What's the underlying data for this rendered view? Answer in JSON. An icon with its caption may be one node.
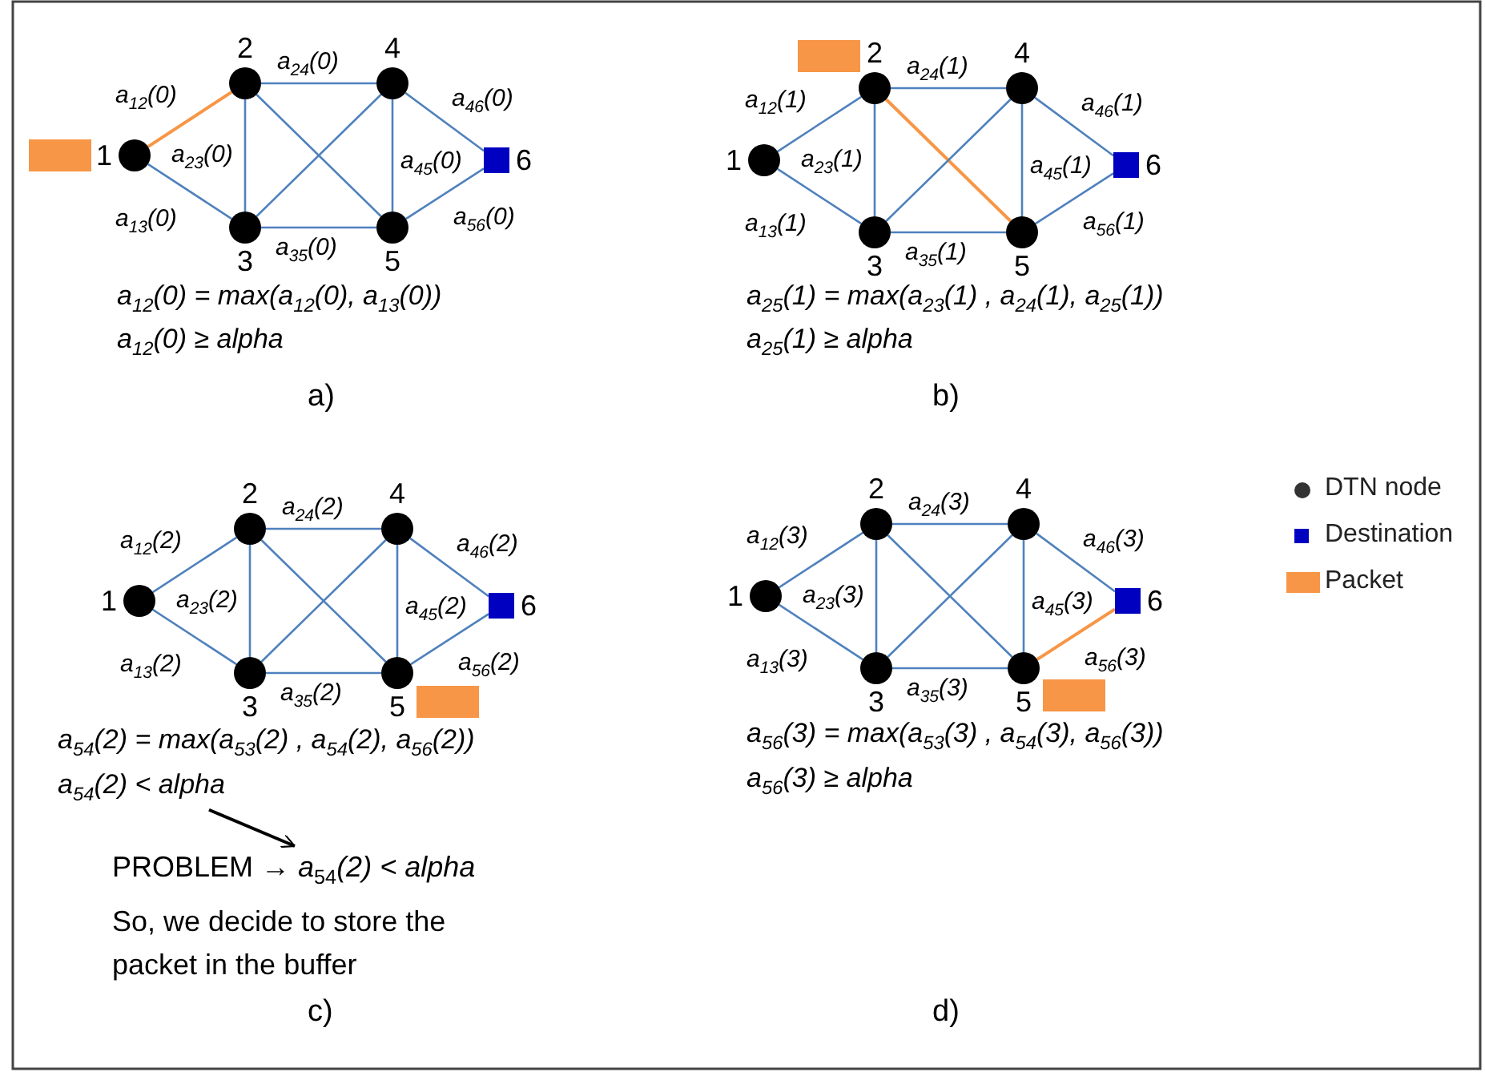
{
  "diagram": {
    "nodes": [
      {
        "text": [],
        "shape": "circle",
        "beside": [
          "1"
        ]
      },
      {
        "text": [],
        "shape": "circle",
        "beside": [
          "2"
        ]
      },
      {
        "text": [],
        "shape": "circle",
        "beside": [
          "3"
        ]
      },
      {
        "text": [],
        "shape": "circle",
        "beside": [
          "4"
        ]
      },
      {
        "text": [],
        "shape": "circle",
        "beside": [
          "5"
        ]
      },
      {
        "text": [],
        "shape": "box",
        "beside": [
          "6"
        ]
      },
      {
        "text": [],
        "shape": "circle",
        "beside": [
          "1"
        ]
      },
      {
        "text": [],
        "shape": "circle",
        "beside": [
          "2"
        ]
      },
      {
        "text": [],
        "shape": "circle",
        "beside": [
          "3"
        ]
      },
      {
        "text": [],
        "shape": "circle",
        "beside": [
          "4"
        ]
      },
      {
        "text": [],
        "shape": "circle",
        "beside": [
          "5"
        ]
      },
      {
        "text": [],
        "shape": "box",
        "beside": [
          "6"
        ]
      },
      {
        "text": [],
        "shape": "circle",
        "beside": [
          "1"
        ]
      },
      {
        "text": [],
        "shape": "circle",
        "beside": [
          "2"
        ]
      },
      {
        "text": [],
        "shape": "circle",
        "beside": [
          "3"
        ]
      },
      {
        "text": [],
        "shape": "circle",
        "beside": [
          "4"
        ]
      },
      {
        "text": [],
        "shape": "circle",
        "beside": [
          "5"
        ]
      },
      {
        "text": [],
        "shape": "box",
        "beside": [
          "6"
        ]
      },
      {
        "text": [
          "a$_{54}$(2) < alpha"
        ]
      },
      {
        "text": [
          "PROBLEM → *a*$_{54}$*(2) < alpha*",
          "So, we decide to store the packet in the buffer"
        ]
      },
      {
        "text": [],
        "shape": "circle",
        "beside": [
          "1"
        ]
      },
      {
        "text": [],
        "shape": "circle",
        "beside": [
          "2"
        ]
      },
      {
        "text": [],
        "shape": "circle",
        "beside": [
          "3"
        ]
      },
      {
        "text": [],
        "shape": "circle",
        "beside": [
          "4"
        ]
      },
      {
        "text": [],
        "shape": "circle",
        "beside": [
          "5"
        ]
      },
      {
        "text": [],
        "shape": "box",
        "beside": [
          "6"
        ]
      }
    ],
    "edges": [
      {
        "from": 0,
        "to": 1,
        "arrow": "none",
        "label": "a$_{12}$(0)",
        "color": "#f79646"
      },
      {
        "from": 0,
        "to": 2,
        "arrow": "none",
        "label": "a$_{13}$(0)"
      },
      {
        "from": 1,
        "to": 3,
        "arrow": "none",
        "label": "a$_{24}$(0)"
      },
      {
        "from": 1,
        "to": 2,
        "arrow": "none",
        "label": "a$_{23}$(0)"
      },
      {
        "from": 1,
        "to": 4,
        "arrow": "none"
      },
      {
        "from": 2,
        "to": 3,
        "arrow": "none"
      },
      {
        "from": 2,
        "to": 4,
        "arrow": "none",
        "label": "a$_{35}$(0)"
      },
      {
        "from": 3,
        "to": 4,
        "arrow": "none",
        "label": "a$_{45}$(0)"
      },
      {
        "from": 3,
        "to": 5,
        "arrow": "none",
        "label": "a$_{46}$(0)"
      },
      {
        "from": 4,
        "to": 5,
        "arrow": "none",
        "label": "a$_{56}$(0)"
      },
      {
        "from": 6,
        "to": 7,
        "arrow": "none",
        "label": "a$_{12}$(1)"
      },
      {
        "from": 6,
        "to": 8,
        "arrow": "none",
        "label": "a$_{13}$(1)"
      },
      {
        "from": 7,
        "to": 9,
        "arrow": "none",
        "label": "a$_{24}$(1)"
      },
      {
        "from": 7,
        "to": 8,
        "arrow": "none",
        "label": "a$_{23}$(1)"
      },
      {
        "from": 7,
        "to": 10,
        "arrow": "none",
        "color": "#f79646"
      },
      {
        "from": 8,
        "to": 9,
        "arrow": "none"
      },
      {
        "from": 8,
        "to": 10,
        "arrow": "none",
        "label": "a$_{35}$(1)"
      },
      {
        "from": 9,
        "to": 10,
        "arrow": "none",
        "label": "a$_{45}$(1)"
      },
      {
        "from": 9,
        "to": 11,
        "arrow": "none",
        "label": "a$_{46}$(1)"
      },
      {
        "from": 10,
        "to": 11,
        "arrow": "none",
        "label": "a$_{56}$(1)"
      },
      {
        "from": 12,
        "to": 13,
        "arrow": "none",
        "label": "a$_{12}$(2)"
      },
      {
        "from": 12,
        "to": 14,
        "arrow": "none",
        "label": "a$_{13}$(2)"
      },
      {
        "from": 13,
        "to": 15,
        "arrow": "none",
        "label": "a$_{24}$(2)"
      },
      {
        "from": 13,
        "to": 14,
        "arrow": "none",
        "label": "a$_{23}$(2)"
      },
      {
        "from": 13,
        "to": 16,
        "arrow": "none"
      },
      {
        "from": 14,
        "to": 15,
        "arrow": "none"
      },
      {
        "from": 14,
        "to": 16,
        "arrow": "none",
        "label": "a$_{35}$(2)"
      },
      {
        "from": 15,
        "to": 16,
        "arrow": "none",
        "label": "a$_{45}$(2)"
      },
      {
        "from": 15,
        "to": 17,
        "arrow": "none",
        "label": "a$_{46}$(2)"
      },
      {
        "from": 16,
        "to": 17,
        "arrow": "none",
        "label": "a$_{56}$(2)"
      },
      {
        "from": 20,
        "to": 21,
        "arrow": "none",
        "label": "a$_{12}$(3)"
      },
      {
        "from": 20,
        "to": 22,
        "arrow": "none",
        "label": "a$_{13}$(3)"
      },
      {
        "from": 21,
        "to": 23,
        "arrow": "none",
        "label": "a$_{24}$(3)"
      },
      {
        "from": 21,
        "to": 22,
        "arrow": "none",
        "label": "a$_{23}$(3)"
      },
      {
        "from": 21,
        "to": 24,
        "arrow": "none"
      },
      {
        "from": 22,
        "to": 23,
        "arrow": "none"
      },
      {
        "from": 22,
        "to": 24,
        "arrow": "none",
        "label": "a$_{35}$(3)"
      },
      {
        "from": 23,
        "to": 24,
        "arrow": "none",
        "label": "a$_{45}$(3)"
      },
      {
        "from": 23,
        "to": 25,
        "arrow": "none",
        "label": "a$_{46}$(3)"
      },
      {
        "from": 24,
        "to": 25,
        "arrow": "none",
        "label": "a$_{56}$(3)",
        "color": "#f79646"
      },
      {
        "from": 18,
        "to": 19,
        "arrow": "to",
        "color": "#000000"
      }
    ],
    "labels": [
      "a$_{12}$(0) = max(a$_{12}$(0), a$_{13}$(0))",
      "a$_{12}$(0) ≥ alpha",
      "a)",
      "a$_{25}$(1) = max(a$_{23}$(1) , a$_{24}$(1), a$_{25}$(1))",
      "a$_{25}$(1) ≥ alpha",
      "b)",
      "a$_{54}$(2) = max(a$_{53}$(2) , a$_{54}$(2), a$_{56}$(2))",
      "c)",
      "a$_{56}$(3) = max(a$_{53}$(3) , a$_{54}$(3), a$_{56}$(3))",
      "a$_{56}$(3) ≥ alpha",
      "d)"
    ],
    "legend": [
      {
        "text": "DTN node"
      },
      {
        "text": "Destination",
        "color": "#0000c0"
      },
      {
        "text": "Packet",
        "color": "#f79646"
      }
    ]
  }
}
